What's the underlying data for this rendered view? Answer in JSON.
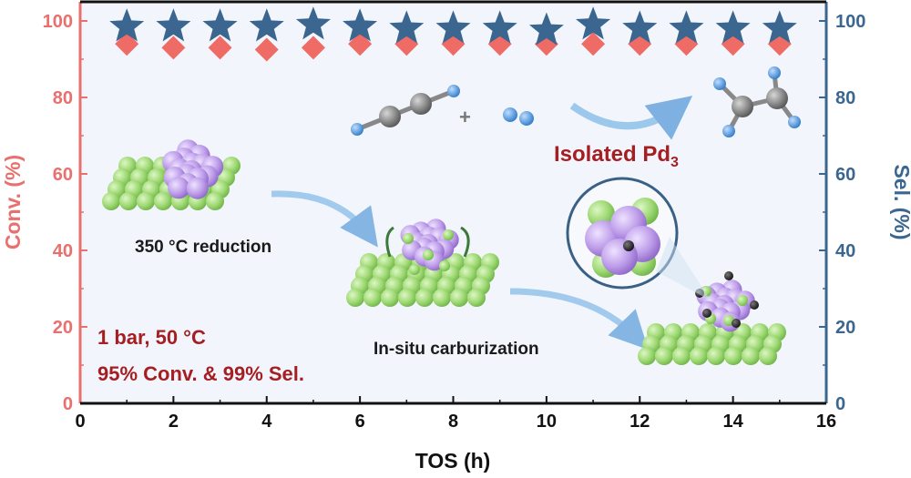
{
  "chart_data": {
    "type": "scatter",
    "xlabel": "TOS (h)",
    "ylabel_left": "Conv. (%)",
    "ylabel_right": "Sel. (%)",
    "xlim": [
      0,
      16
    ],
    "ylim_left": [
      0,
      105
    ],
    "ylim_right": [
      0,
      105
    ],
    "x_ticks": [
      0,
      2,
      4,
      6,
      8,
      10,
      12,
      14,
      16
    ],
    "y_ticks": [
      0,
      20,
      40,
      60,
      80,
      100
    ],
    "series": [
      {
        "marker": "diamond",
        "axis": "left",
        "color": "#ef6b66",
        "x": [
          1,
          2,
          3,
          4,
          5,
          6,
          7,
          8,
          9,
          10,
          11,
          12,
          13,
          14,
          15
        ],
        "values": [
          94,
          93,
          93,
          92.5,
          93,
          94,
          94,
          94,
          94,
          94,
          94,
          94,
          94,
          94,
          94
        ]
      },
      {
        "marker": "star",
        "axis": "right",
        "color": "#3b6690",
        "x": [
          1,
          2,
          3,
          4,
          5,
          6,
          7,
          8,
          9,
          10,
          11,
          12,
          13,
          14,
          15
        ],
        "values": [
          98.5,
          98.5,
          98.5,
          98.5,
          99,
          98.5,
          98,
          98,
          98,
          97.5,
          99,
          98,
          98,
          98,
          98
        ]
      }
    ],
    "annotations": {
      "reduction": "350 °C reduction",
      "carburization": "In-situ carburization",
      "isolated": "Isolated Pd",
      "isolated_sub": "3",
      "plus": "+",
      "conditions": "1 bar, 50 °C",
      "performance": "95% Conv. & 99% Sel."
    },
    "colors": {
      "left_axis": "#e8706e",
      "right_axis": "#3b6690",
      "annotation_red": "#a51e22",
      "annotation_dark": "#1a1a1a",
      "background": "#f2f6fc"
    }
  }
}
